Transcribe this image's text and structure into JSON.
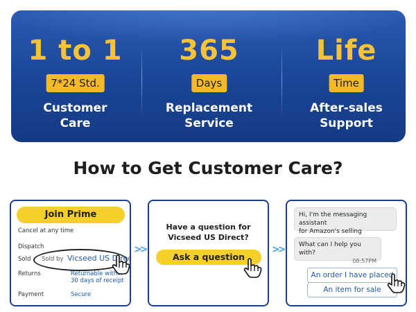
{
  "banner": {
    "columns": [
      {
        "big": "1 to 1",
        "pill": "7*24 Std.",
        "sub_line1": "Customer",
        "sub_line2": "Care"
      },
      {
        "big": "365",
        "pill": "Days",
        "sub_line1": "Replacement",
        "sub_line2": "Service"
      },
      {
        "big": "Life",
        "pill": "Time",
        "sub_line1": "After-sales",
        "sub_line2": "Support"
      }
    ],
    "colors": {
      "background": "#1a4596",
      "gold": "#f7c23b",
      "pill": "#f6b928"
    }
  },
  "heading": "How to Get Customer Care?",
  "step1": {
    "join_prime": "Join Prime",
    "cancel": "Cancel at any time",
    "dispatch": "Dispatch",
    "sold_short": "Sold",
    "sold_by": "Sold by",
    "seller": "Vicseed US Direct",
    "returns_label": "Returns",
    "returns_line1": "Returnable within",
    "returns_line2": "30 days of receipt",
    "payment_label": "Payment",
    "payment_value": "Secure"
  },
  "step2": {
    "question_line1": "Have a question for",
    "question_line2": "Vicseed US Direct?",
    "ask_button": "Ask a question"
  },
  "step3": {
    "greeting_line1": "Hi, I'm the messaging assistant",
    "greeting_line2": "for Amazon's selling partners.",
    "help": "What can I help you with?",
    "time": "08:57PM",
    "option1": "An order I have placed",
    "option2": "An item for sale"
  },
  "arrows": ">>",
  "icons": [
    "hand-pointer-icon",
    "double-chevron-right-icon"
  ]
}
